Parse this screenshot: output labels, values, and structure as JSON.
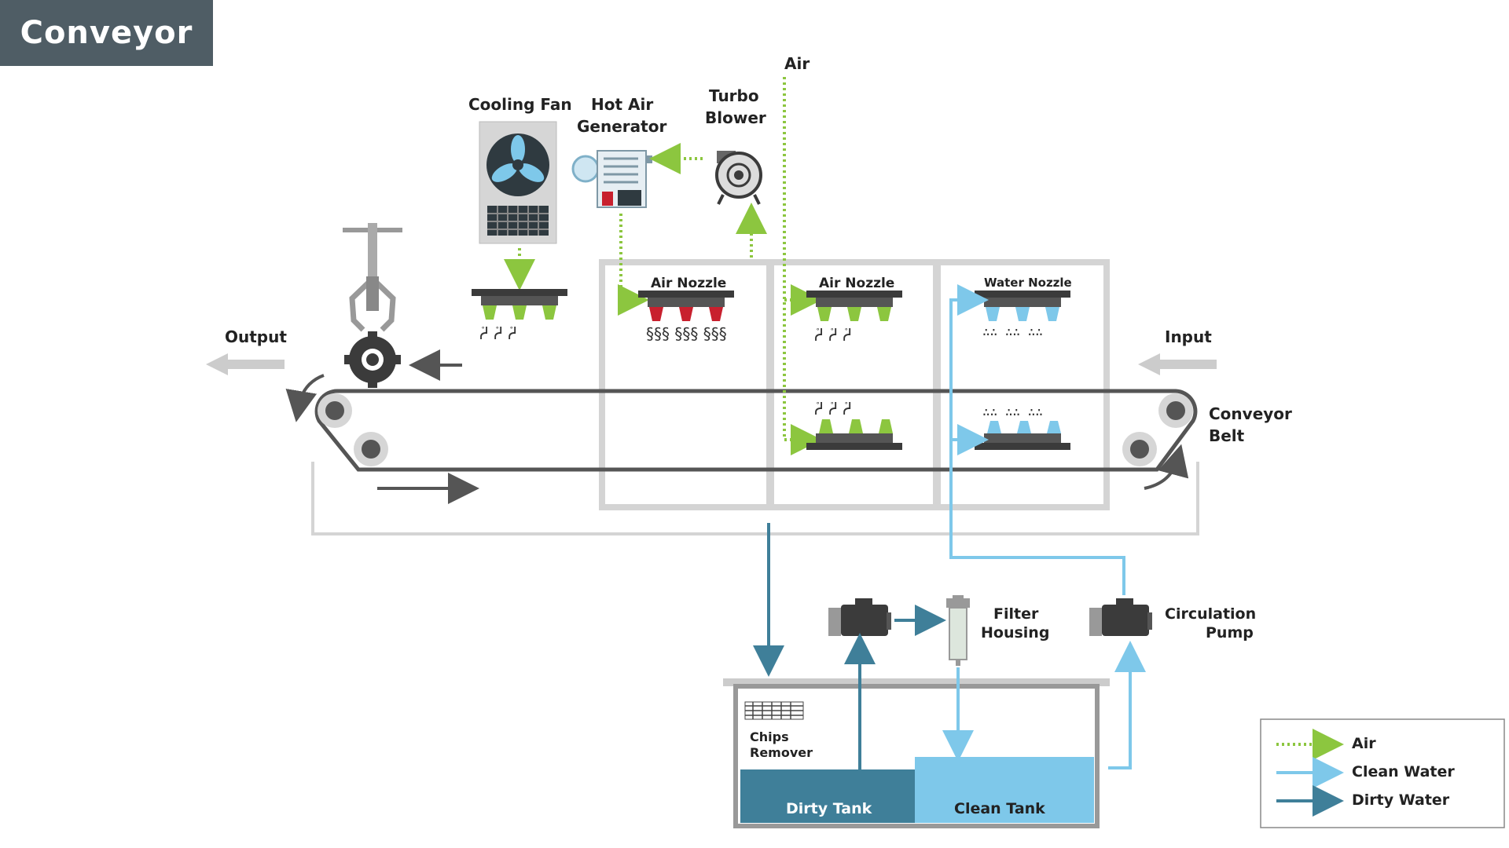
{
  "title": "Conveyor",
  "labels": {
    "cooling_fan": "Cooling Fan",
    "hot_air_line1": "Hot Air",
    "hot_air_line2": "Generator",
    "turbo_line1": "Turbo",
    "turbo_line2": "Blower",
    "air": "Air",
    "output": "Output",
    "input": "Input",
    "air_nozzle_1": "Air Nozzle",
    "air_nozzle_2": "Air Nozzle",
    "water_nozzle": "Water Nozzle",
    "conveyor_line1": "Conveyor",
    "conveyor_line2": "Belt",
    "filter_line1": "Filter",
    "filter_line2": "Housing",
    "circulation_line1": "Circulation",
    "circulation_line2": "Pump",
    "chips_line1": "Chips",
    "chips_line2": "Remover",
    "dirty_tank": "Dirty Tank",
    "clean_tank": "Clean Tank"
  },
  "legend": [
    {
      "label": "Air",
      "color": "#8cc63f",
      "style": "dotted"
    },
    {
      "label": "Clean Water",
      "color": "#7ec8ea",
      "style": "solid"
    },
    {
      "label": "Dirty Water",
      "color": "#3f7f99",
      "style": "solid"
    }
  ],
  "colors": {
    "air": "#8cc63f",
    "clean_water": "#7ec8ea",
    "dirty_water": "#3f7f99",
    "nozzle_red": "#c8202e",
    "header_bg": "#4f5d65"
  }
}
